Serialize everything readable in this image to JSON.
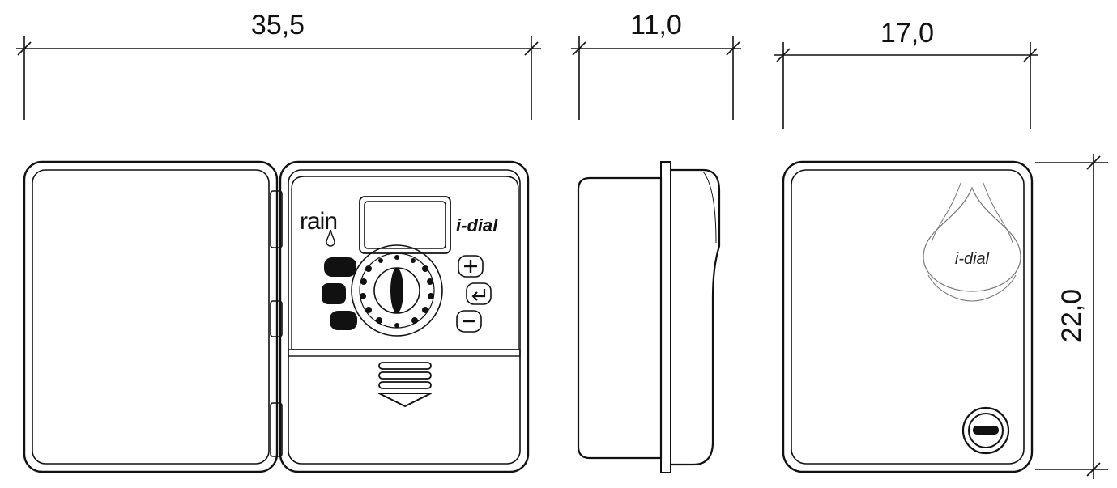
{
  "dimensions": {
    "open_width": "35,5",
    "side_depth": "11,0",
    "closed_width": "17,0",
    "height": "22,0"
  },
  "controller": {
    "brand": "rain",
    "model": "i-dial"
  },
  "cover": {
    "logo_text": "i-dial"
  }
}
